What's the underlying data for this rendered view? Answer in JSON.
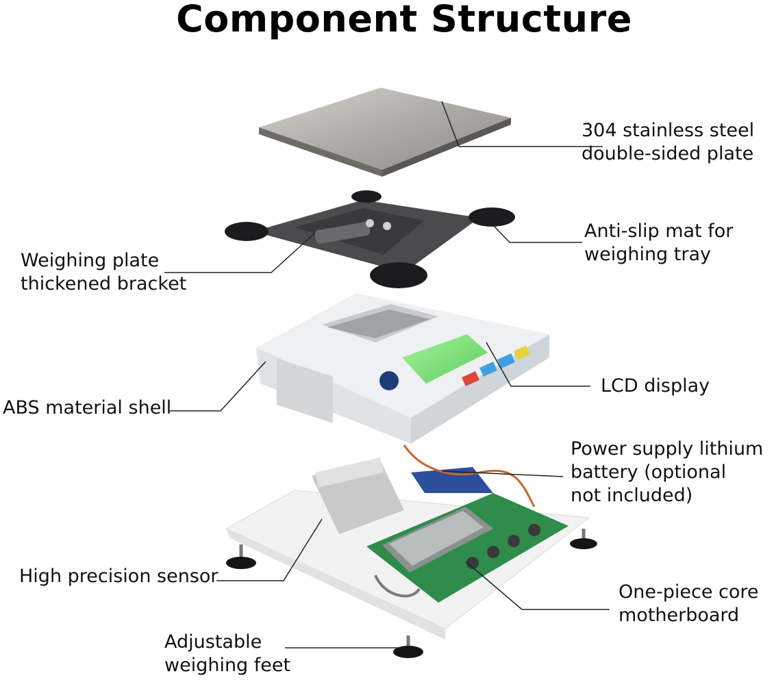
{
  "title": "Component Structure",
  "labels": {
    "plate": [
      "304 stainless steel",
      "double-sided plate"
    ],
    "mat": [
      "Anti-slip mat for",
      "weighing tray"
    ],
    "bracket": [
      "Weighing plate",
      "thickened bracket"
    ],
    "lcd": [
      "LCD display"
    ],
    "shell": [
      "ABS material shell"
    ],
    "battery": [
      "Power supply lithium",
      "battery (optional",
      "not included)"
    ],
    "sensor": [
      "High precision sensor"
    ],
    "motherboard": [
      "One-piece core",
      "motherboard"
    ],
    "feet": [
      "Adjustable",
      "weighing feet"
    ]
  },
  "colors": {
    "steel": "#b9b6b2",
    "bracket": "#4a4a4c",
    "shell": "#eceff1",
    "lcd": "#7fe07a",
    "pcb": "#2e8a4a",
    "leader": "#222222"
  }
}
